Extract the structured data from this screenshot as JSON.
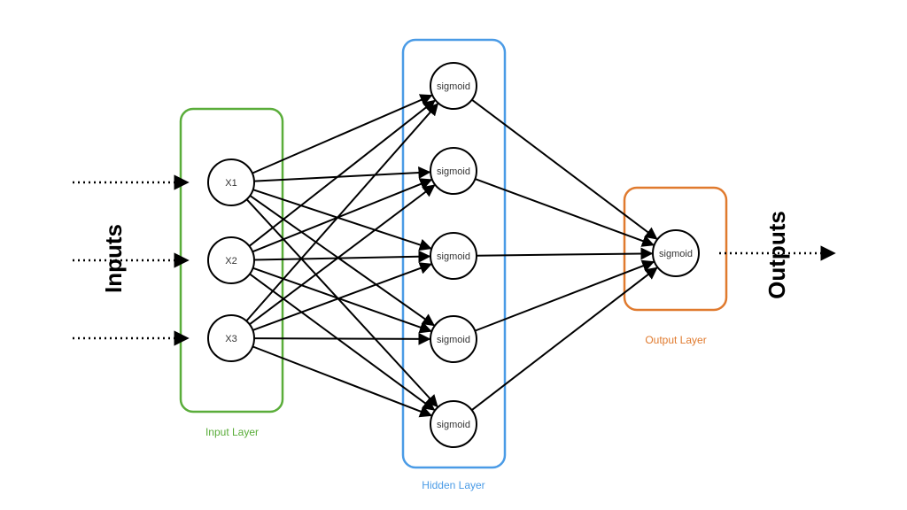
{
  "labels": {
    "inputs": "Inputs",
    "outputs": "Outputs",
    "input_layer": "Input Layer",
    "hidden_layer": "Hidden Layer",
    "output_layer": "Output Layer"
  },
  "nodes": {
    "input": [
      "X1",
      "X2",
      "X3"
    ],
    "hidden": [
      "sigmoid",
      "sigmoid",
      "sigmoid",
      "sigmoid",
      "sigmoid"
    ],
    "output": [
      "sigmoid"
    ]
  },
  "colors": {
    "input_layer": "#5aad3a",
    "hidden_layer": "#4a9be6",
    "output_layer": "#e07a2e",
    "edge": "#000000"
  }
}
